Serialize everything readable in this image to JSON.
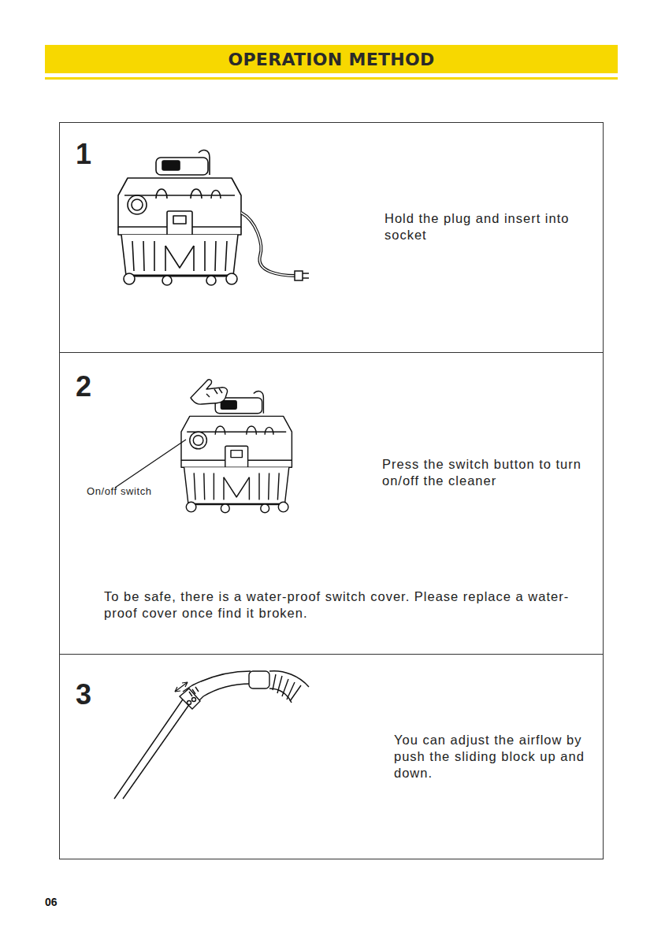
{
  "diagram": {
    "title": "OPERATION METHOD",
    "nodes": [
      {
        "text": [
          "1",
          "Hold the plug and insert into socket"
        ]
      },
      {
        "text": [
          "2",
          "Press the switch button to turn on/off the cleaner",
          "To be safe, there is a water-proof switch cover. Please replace a water-proof cover once find it broken."
        ]
      },
      {
        "text": [
          "3",
          "You can adjust the airflow by push the sliding block up and down."
        ]
      }
    ],
    "labels": [
      "On/off switch",
      "06"
    ]
  }
}
